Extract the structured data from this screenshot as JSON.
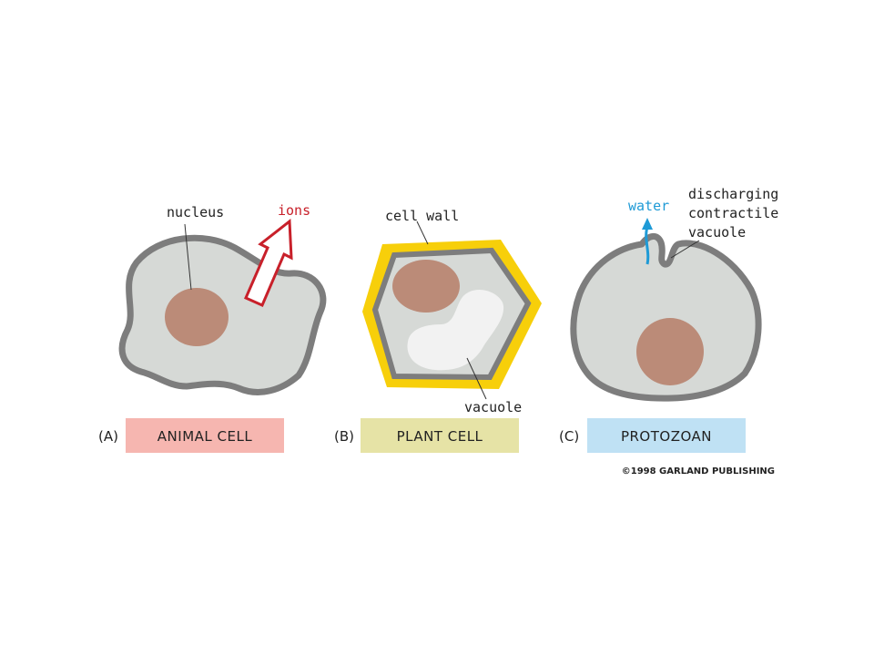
{
  "panels": [
    {
      "letter": "(A)",
      "title": "ANIMAL CELL",
      "label_color": "#f6b6b0",
      "labels": {
        "nucleus": "nucleus",
        "ions": "ions"
      }
    },
    {
      "letter": "(B)",
      "title": "PLANT CELL",
      "label_color": "#e6e3a6",
      "labels": {
        "cell_wall": "cell wall",
        "vacuole": "vacuole"
      }
    },
    {
      "letter": "(C)",
      "title": "PROTOZOAN",
      "label_color": "#bfe1f4",
      "labels": {
        "water": "water",
        "contractile_vacuole": [
          "discharging",
          "contractile",
          "vacuole"
        ]
      }
    }
  ],
  "copyright": "©1998 GARLAND PUBLISHING",
  "colors": {
    "cytoplasm": "#d6d9d6",
    "membrane": "#7d7d7d",
    "nucleus": "#bb8b78",
    "cell_wall": "#f7cf0a",
    "vacuole": "#f2f2f2",
    "ions_arrow": "#c8202a",
    "water_arrow": "#1e9ad6"
  }
}
